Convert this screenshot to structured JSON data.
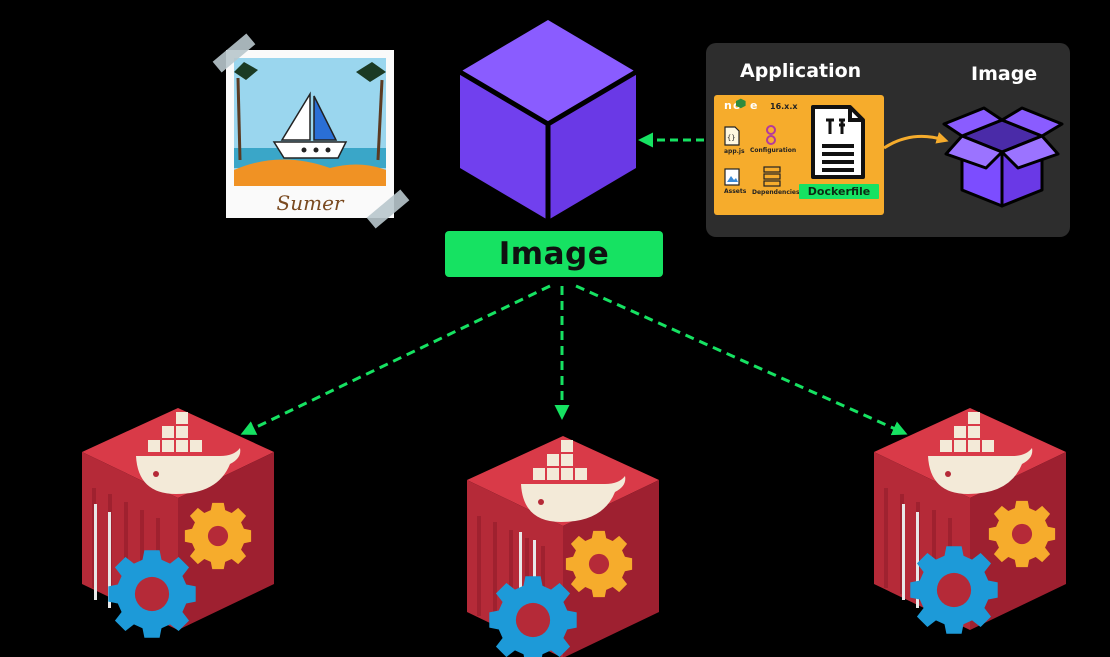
{
  "diagram": {
    "center_node": {
      "label": "Image"
    },
    "panel": {
      "application_title": "Application",
      "image_title": "Image",
      "node_version": "16.x.x",
      "items": {
        "app_js": "app.js",
        "configuration": "Configuration",
        "assets": "Assets",
        "dependencies": "Dependencies"
      },
      "dockerfile_label": "Dockerfile"
    },
    "polaroid_caption": "Sumer",
    "colors": {
      "background": "#000000",
      "accent_green": "#16e262",
      "cube_purple": "#7c4dff",
      "container_red": "#c0283a",
      "gear_blue": "#1d9ad8",
      "gear_orange": "#f6ac2c",
      "panel_gray": "#2d2d2d",
      "card_orange": "#f6ac2c"
    },
    "icons": [
      "polaroid-icon",
      "image-cube-icon",
      "open-box-icon",
      "document-icon",
      "docker-container-icon",
      "gear-icon",
      "whale-icon"
    ]
  }
}
